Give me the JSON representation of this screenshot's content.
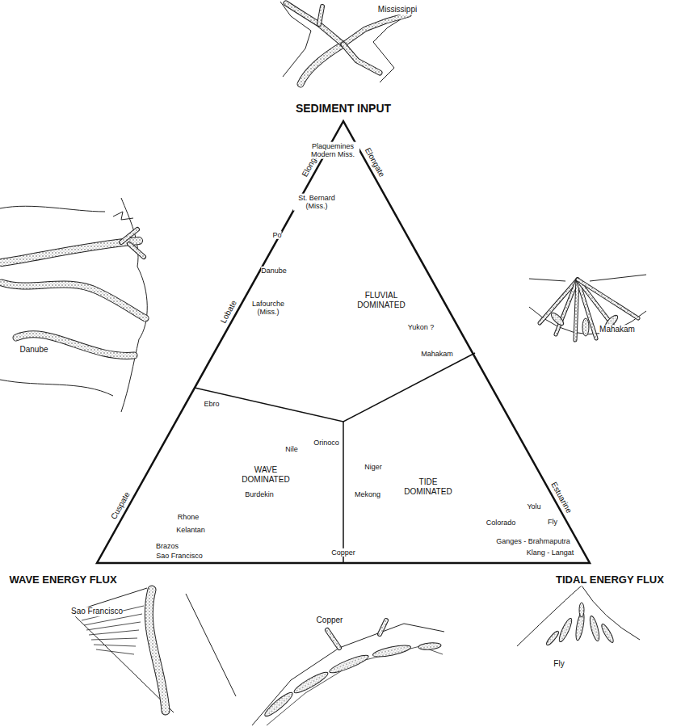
{
  "diagram": {
    "labels": [
      "Mississippi",
      "SEDIMENT INPUT",
      "Elongate",
      "Elongate",
      "Plaquemines Modern Miss.",
      "St. Bernard (Miss.)",
      "Po",
      "Danube",
      "Lafourche (Miss.)",
      "FLUVIAL DOMINATED",
      "Yukon ?",
      "Mahakam",
      "Lobate",
      "Ebro",
      "Nile",
      "Orinoco",
      "Niger",
      "WAVE DOMINATED",
      "Burdekin",
      "Mekong",
      "TIDE DOMINATED",
      "Rhone",
      "Kelantan",
      "Brazos",
      "Sao Francisco",
      "Copper",
      "Yolu",
      "Colorado",
      "Fly",
      "Ganges - Brahmaputra",
      "Klang - Langat",
      "Cuspate",
      "Estuarine",
      "WAVE ENERGY FLUX",
      "TIDAL ENERGY FLUX",
      "Danube",
      "Mahakam",
      "Sao Francisco",
      "Copper",
      "Fly"
    ]
  }
}
